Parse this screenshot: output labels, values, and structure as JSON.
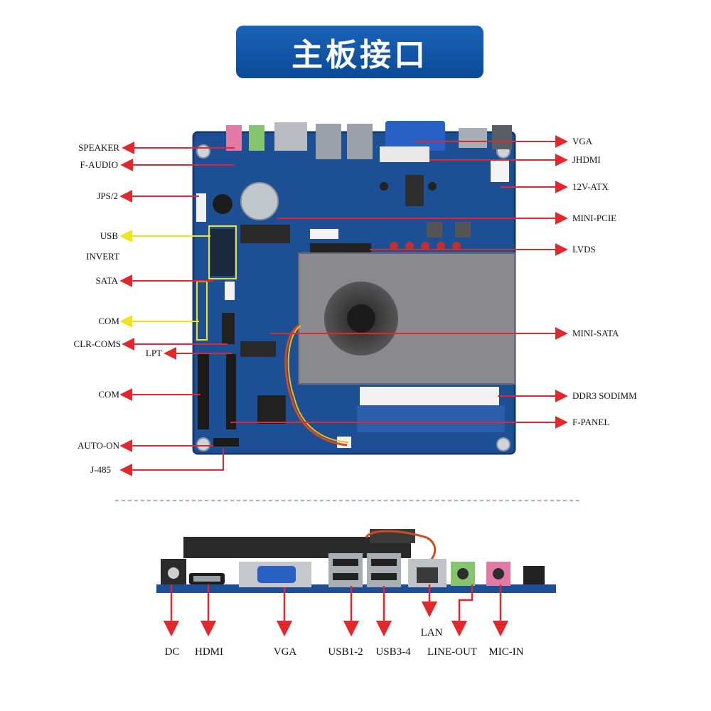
{
  "title": "主板接口",
  "colors": {
    "banner": "#1563b5",
    "arrow_red": "#e5262d",
    "arrow_yellow": "#f2e21a",
    "pcb": "#1d4f95",
    "heatsink": "#8a8a8e"
  },
  "top_labels_left": [
    {
      "text": "SPEAKER",
      "arrow": "red"
    },
    {
      "text": "F-AUDIO",
      "arrow": "red"
    },
    {
      "text": "JPS/2",
      "arrow": "red"
    },
    {
      "text": "USB",
      "arrow": "yellow"
    },
    {
      "text": "INVERT",
      "arrow": "none"
    },
    {
      "text": "SATA",
      "arrow": "red"
    },
    {
      "text": "COM",
      "arrow": "yellow"
    },
    {
      "text": "CLR-COMS",
      "arrow": "red"
    },
    {
      "text": "LPT",
      "arrow": "red"
    },
    {
      "text": "COM",
      "arrow": "red"
    },
    {
      "text": "AUTO-ON",
      "arrow": "red"
    },
    {
      "text": "J-485",
      "arrow": "red"
    }
  ],
  "top_labels_right": [
    {
      "text": "VGA"
    },
    {
      "text": "JHDMI"
    },
    {
      "text": "12V-ATX"
    },
    {
      "text": "MINI-PCIE"
    },
    {
      "text": "LVDS"
    },
    {
      "text": "MINI-SATA"
    },
    {
      "text": "DDR3 SODIMM"
    },
    {
      "text": "F-PANEL"
    }
  ],
  "bottom_labels": [
    {
      "text": "DC"
    },
    {
      "text": "HDMI"
    },
    {
      "text": "VGA"
    },
    {
      "text": "USB1-2"
    },
    {
      "text": "USB3-4"
    },
    {
      "text": "LAN"
    },
    {
      "text": "LINE-OUT"
    },
    {
      "text": "MIC-IN"
    }
  ]
}
